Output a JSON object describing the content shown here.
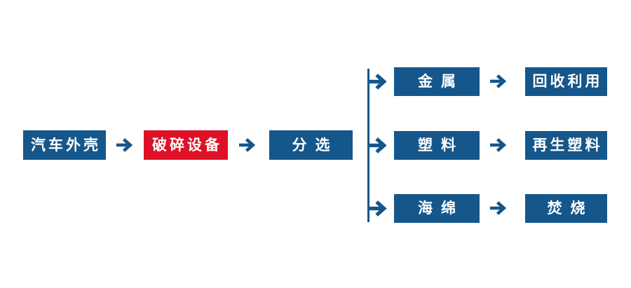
{
  "flowchart": {
    "background_color": "#ffffff",
    "colors": {
      "node_blue": "#15568b",
      "node_red": "#de1126",
      "label_text": "#ffffff",
      "connector": "#15568b"
    },
    "main_flow": [
      {
        "label": "汽车外壳",
        "color": "blue"
      },
      {
        "label": "破碎设备",
        "color": "red"
      },
      {
        "label": "分选",
        "color": "blue"
      }
    ],
    "branches": [
      {
        "material": "金属",
        "outcome": "回收利用"
      },
      {
        "material": "塑料",
        "outcome": "再生塑料"
      },
      {
        "material": "海绵",
        "outcome": "焚烧"
      }
    ],
    "icons": {
      "arrow": {
        "name": "arrow-right-icon",
        "glyph": "→"
      }
    }
  }
}
